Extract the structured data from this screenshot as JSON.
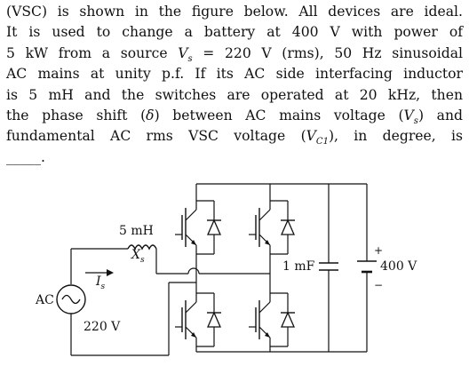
{
  "question": {
    "line1": "(VSC) is shown in the figure below. All devices are ideal.",
    "line2": "It is used to change a battery at 400 V with power of",
    "line3_a": "5 kW from a source ",
    "line3_var": "V",
    "line3_sub": "s",
    "line3_b": " = 220 V (rms), 50 Hz sinusoidal",
    "line4": "AC mains at unity p.f. If its AC side interfacing inductor",
    "line5": "is 5 mH and the switches are operated at 20 kHz, then",
    "line6_a": "the phase shift (",
    "line6_delta": "δ",
    "line6_b": ") between AC mains voltage (",
    "line6_var": "V",
    "line6_sub": "s",
    "line6_c": ") and",
    "line7_a": "fundamental AC rms VSC voltage (",
    "line7_var": "V",
    "line7_sub": "C1",
    "line7_b": "), in degree, is",
    "line8": "_____."
  },
  "circuit": {
    "inductor_value": "5 mH",
    "inductor_reactance_var": "X",
    "inductor_reactance_sub": "s",
    "current_var": "I",
    "current_sub": "s",
    "source_type": "AC",
    "source_voltage": "220 V",
    "capacitor_value": "1 mF",
    "battery_voltage": "400 V",
    "plus_sign": "+",
    "minus_sign": "−"
  }
}
